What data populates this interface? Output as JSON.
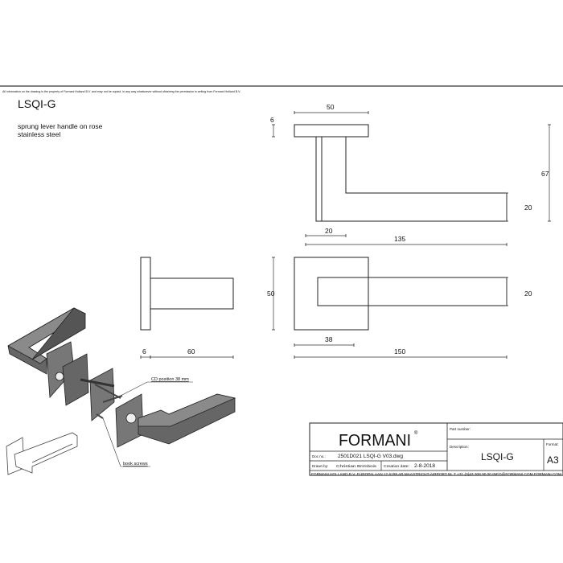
{
  "disclaimer": "All information on the drawing is the property of Formani Holland B.V. and may not be copied, in any way whatsoever without obtaining the permission in writing from Formani Holland B.V.",
  "product": {
    "code": "LSQI-G",
    "subtitle_line1": "sprung lever handle on rose",
    "subtitle_line2": "stainless steel"
  },
  "dimensions": {
    "top_rose_width": "50",
    "top_rose_thickness": "6",
    "top_total_height": "67",
    "top_lever_thickness": "20",
    "top_neck_width": "20",
    "top_lever_length": "135",
    "front_rose_height": "50",
    "front_lever_height": "20",
    "front_cd": "38",
    "front_total_length": "150",
    "side_rose_thickness": "6",
    "side_projection": "60"
  },
  "callouts": {
    "cd_position": "CD position 38 mm",
    "book_screws": "book screws"
  },
  "title_block": {
    "brand": "FORMANI",
    "brand_mark": "®",
    "part_number_label": "Part number:",
    "description_label": "Description:",
    "description_value": "LSQI-G",
    "format_label": "Format:",
    "format_value": "A3",
    "doc_no_label": "Doc no.:",
    "doc_no_value": "2501D021 LSQI-G V03.dwg",
    "drawn_by_label": "Drawn by:",
    "drawn_by_value": "Christian Brimbois",
    "creation_date_label": "Creation date:",
    "creation_date_value": "2-8-2018",
    "footer": "FORMANI HOLLAND B.V.  EUROPALAAN 12  6199 AB MAASTRICHT-AIRPORT NL  T +31 (0)43 308 90 00 INFO@FORMANI.COM FORMANI.COM"
  }
}
